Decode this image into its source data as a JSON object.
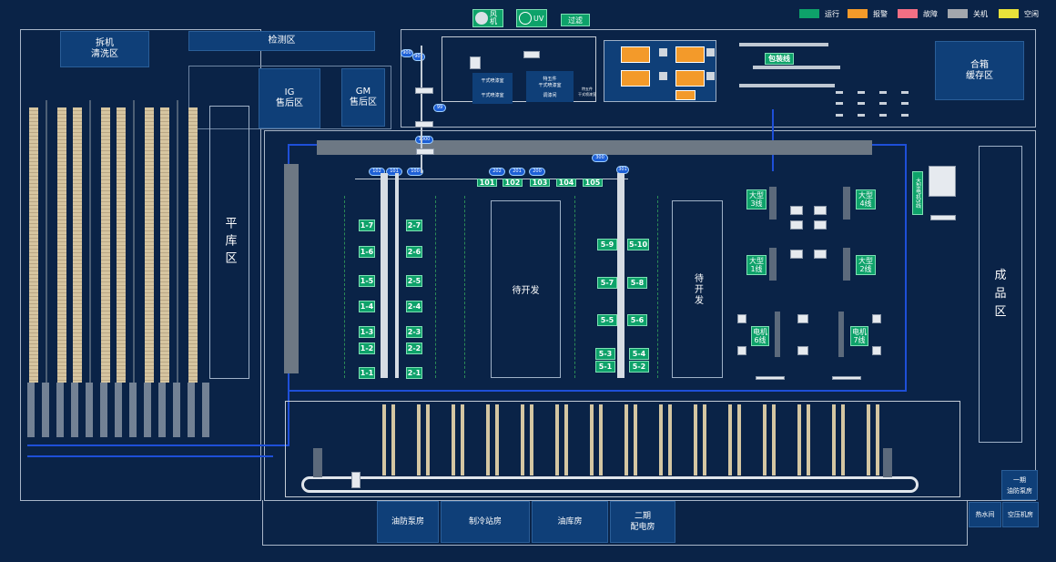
{
  "header": {
    "fan_label": "风机",
    "uv_label": "UV",
    "filter_label": "过滤"
  },
  "legend": [
    {
      "label": "运行",
      "color": "#0ea26a"
    },
    {
      "label": "报警",
      "color": "#f39a2a"
    },
    {
      "label": "故障",
      "color": "#f26f84"
    },
    {
      "label": "关机",
      "color": "#a3a7ad"
    },
    {
      "label": "空闲",
      "color": "#e8e23a"
    }
  ],
  "zones": {
    "dismantle": "拆机\n清洗区",
    "inspection": "检测区",
    "ig_aftersales": "IG\n售后区",
    "gm_aftersales": "GM\n售后区",
    "flat_storage": "平库区",
    "packing_line": "包装线",
    "box_buffer": "合箱\n缓存区",
    "to_develop_1": "待开发",
    "to_develop_2": "待开发",
    "finished": "成品区",
    "large_line_3": "大型\n3线",
    "large_line_4": "大型\n4线",
    "large_line_1": "大型\n1线",
    "large_line_2": "大型\n2线",
    "motor_line_6": "电机\n6线",
    "motor_line_7": "电机\n7线",
    "large_line_5": "大型电机5线"
  },
  "small_labels": {
    "dry_booth_1": "干式喷漆室",
    "dry_booth_2": "干式喷漆室",
    "special_booth": "特五件\n干式喷漆室",
    "mix_room": "调漆间",
    "small_booth": "特五件\n干式喷漆室"
  },
  "cells_left": [
    "1-7",
    "1-6",
    "1-5",
    "1-4",
    "1-3",
    "1-2",
    "1-1"
  ],
  "cells_right": [
    "2-7",
    "2-6",
    "2-5",
    "2-4",
    "2-3",
    "2-2",
    "2-1"
  ],
  "cells_5_left": [
    "5-9",
    "5-7",
    "5-5",
    "5-3",
    "5-1"
  ],
  "cells_5_right": [
    "5-10",
    "5-8",
    "5-6",
    "5-4",
    "5-2"
  ],
  "route_nodes": [
    "101",
    "102",
    "103",
    "104",
    "105"
  ],
  "conveyor_nodes": [
    "102",
    "101",
    "100",
    "202",
    "201",
    "200",
    "300",
    "301",
    "1000",
    "901",
    "900",
    "99"
  ],
  "rooms": {
    "oil_fire_pump": "油防泵房",
    "refrigeration": "制冷站房",
    "oil_storage": "油库房",
    "power_room_2": "二期\n配电房",
    "phase1_fire_pump": "一期\n油防泵房",
    "hot_water": "热水间",
    "air_compressor": "空压机房"
  }
}
